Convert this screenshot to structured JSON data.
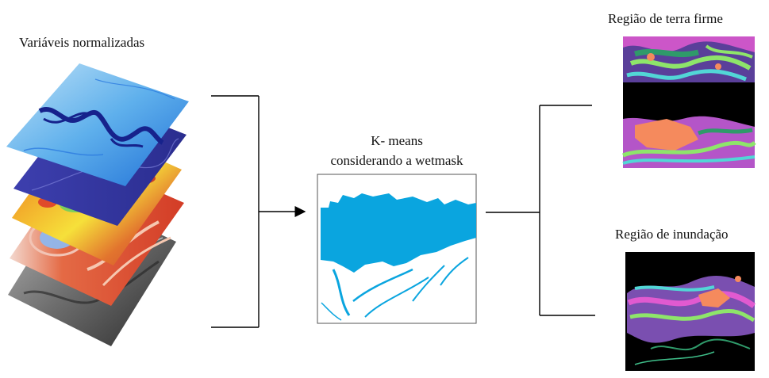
{
  "labels": {
    "input": "Variáveis normalizadas",
    "kmeans_line1": "K- means",
    "kmeans_line2": "considerando a wetmask",
    "terra_firme": "Região de terra firme",
    "inundacao": "Região de inundação"
  },
  "colors": {
    "water": "#0aa5df",
    "line": "#000000",
    "terra_bg": "#000000",
    "accents": [
      "#e15ad0",
      "#8ee56a",
      "#f58a5d",
      "#52d6d6",
      "#6a5bd8",
      "#2f9a6a"
    ]
  }
}
